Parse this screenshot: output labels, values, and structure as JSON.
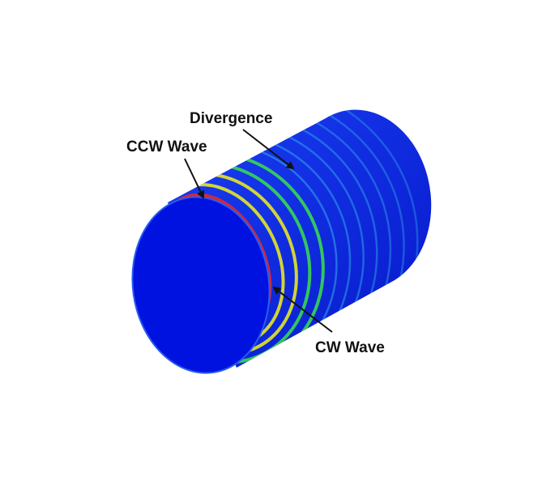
{
  "labels": {
    "divergence": "Divergence",
    "ccw_wave": "CCW Wave",
    "cw_wave": "CW Wave"
  },
  "colors": {
    "base": "#0a1ee6",
    "cap": "#0012e0",
    "wave_cyan": "#3fd6f0",
    "wave_green": "#3be04a",
    "wave_yellow": "#f2f21a",
    "wave_red": "#f0281e",
    "arrow": "#111111"
  }
}
